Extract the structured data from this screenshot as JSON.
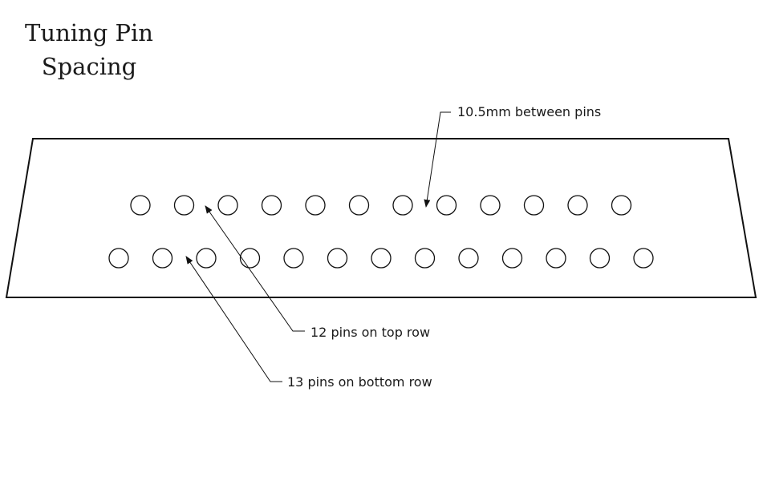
{
  "title": {
    "line1": "Tuning Pin",
    "line2": "Spacing"
  },
  "pins": {
    "top_row_count": 12,
    "bottom_row_count": 13
  },
  "annotations": {
    "spacing": "10.5mm between pins",
    "top_row": "12 pins on top row",
    "bottom_row": "13 pins on bottom row"
  }
}
